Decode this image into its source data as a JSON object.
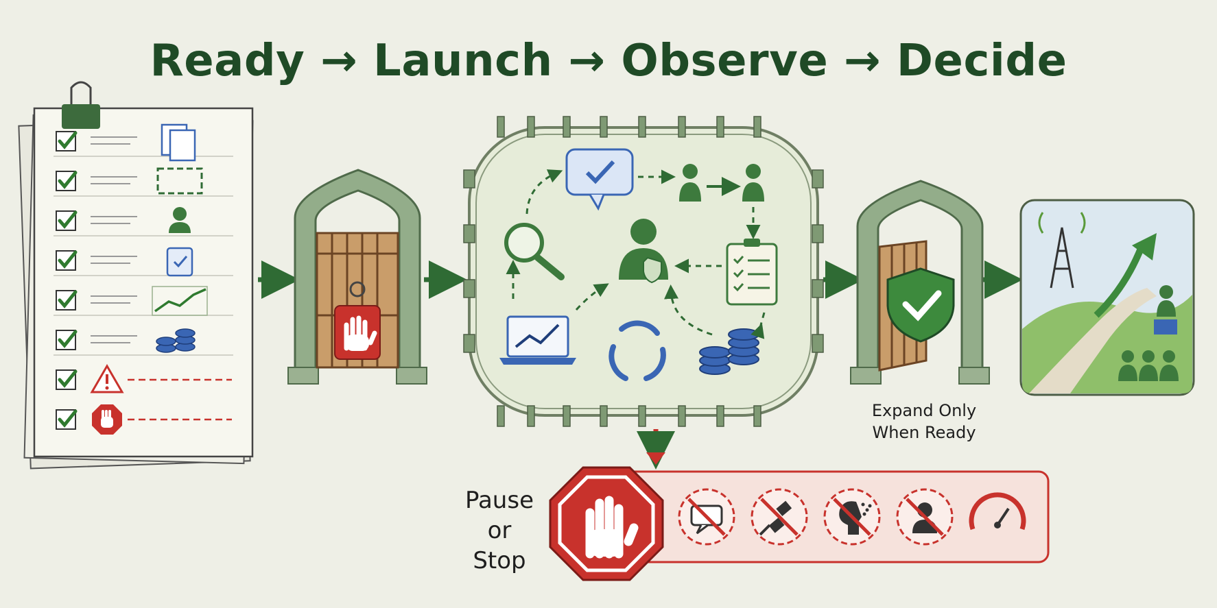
{
  "title": "Ready → Launch → Observe → Decide",
  "labels": {
    "expand": [
      "Expand Only",
      "When Ready"
    ],
    "pause": [
      "Pause",
      "or Stop"
    ]
  },
  "colors": {
    "green": "#3d7a3d",
    "dark_green": "#1f4a26",
    "blue": "#3a66b4",
    "red": "#c8322c",
    "paper": "#f7f7ef"
  },
  "checklist": {
    "items": [
      {
        "icon": "documents-icon",
        "status": "ok"
      },
      {
        "icon": "dashed-box-icon",
        "status": "ok"
      },
      {
        "icon": "person-icon",
        "status": "ok"
      },
      {
        "icon": "clipboard-check-icon",
        "status": "ok"
      },
      {
        "icon": "trend-chart-icon",
        "status": "ok"
      },
      {
        "icon": "database-icon",
        "status": "ok"
      },
      {
        "icon": "warning-icon",
        "status": "risk"
      },
      {
        "icon": "stop-hand-icon",
        "status": "risk"
      }
    ]
  },
  "observe_icons": [
    "speech-check-icon",
    "person-handoff-icon",
    "magnifier-icon",
    "shield-person-icon",
    "checklist-icon",
    "laptop-chart-icon",
    "cycle-arrows-icon",
    "database-icon"
  ],
  "stop_icons": [
    "no-chat-icon",
    "unplug-icon",
    "no-thinking-icon",
    "no-person-icon",
    "speedometer-icon"
  ]
}
